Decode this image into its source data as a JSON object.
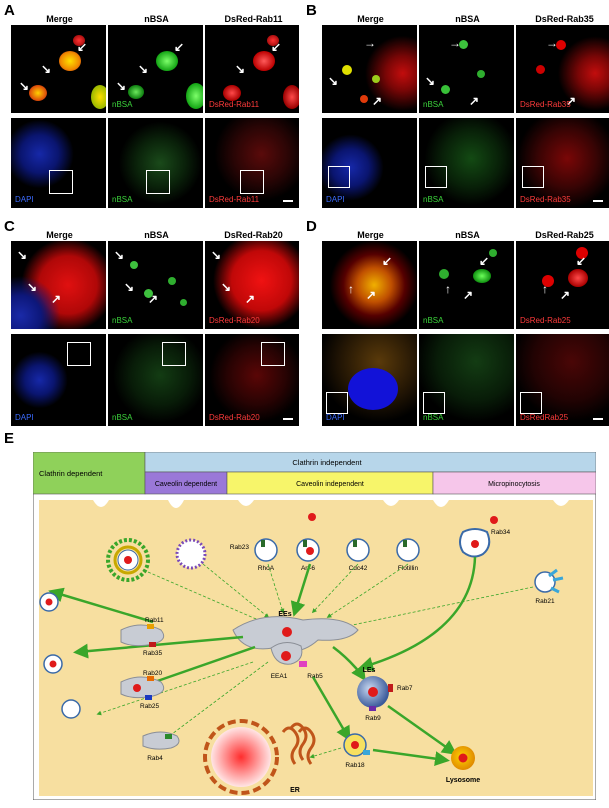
{
  "panels": {
    "A": {
      "letter": "A",
      "titles": [
        "Merge",
        "nBSA",
        "DsRed-Rab11"
      ],
      "top_labels": [
        "nBSA",
        "DsRed-Rab11"
      ],
      "bottom_labels": [
        "DAPI",
        "nBSA",
        "DsRed-Rab11"
      ]
    },
    "B": {
      "letter": "B",
      "titles": [
        "Merge",
        "nBSA",
        "DsRed-Rab35"
      ],
      "top_labels": [
        "nBSA",
        "DsRed-Rab35"
      ],
      "bottom_labels": [
        "DAPI",
        "nBSA",
        "DsRed-Rab35"
      ]
    },
    "C": {
      "letter": "C",
      "titles": [
        "Merge",
        "nBSA",
        "DsRed-Rab20"
      ],
      "top_labels": [
        "nBSA",
        "DsRed-Rab20"
      ],
      "bottom_labels": [
        "DAPI",
        "nBSA",
        "DsRed-Rab20"
      ]
    },
    "D": {
      "letter": "D",
      "titles": [
        "Merge",
        "nBSA",
        "DsRed-Rab25"
      ],
      "top_labels": [
        "nBSA",
        "DsRed-Rab25"
      ],
      "bottom_labels": [
        "DAPI",
        "nBSA",
        "DsRedRab25"
      ]
    }
  },
  "schematic": {
    "letter": "E",
    "header": {
      "clathrin_dependent": "Clathrin dependent",
      "clathrin_independent": "Clathrin independent",
      "caveolin_dependent": "Caveolin dependent",
      "caveolin_independent": "Caveolin independent",
      "micropinocytosis": "Micropinocytosis"
    },
    "labels": {
      "rab23": "Rab23",
      "rhoa": "RhoA",
      "arf6": "Arf-6",
      "cdc42": "Cdc42",
      "flotillin": "Flotillin",
      "rab34": "Rab34",
      "rab21": "Rab21",
      "ees": "EEs",
      "eea1": "EEA1",
      "rab5": "Rab5",
      "rab11": "Rab11",
      "rab35": "Rab35",
      "rab20": "Rab20",
      "rab25": "Rab25",
      "rab4": "Rab4",
      "les": "LEs",
      "rab7": "Rab7",
      "rab9": "Rab9",
      "lysosome": "Lysosome",
      "rab18": "Rab18",
      "er": "ER"
    },
    "colors": {
      "cell": "#f7dfa0",
      "clathrin_dep_header": "#8fd15a",
      "clathrin_indep_header": "#b7d6ea",
      "caveolin_dep_header": "#9a78d8",
      "caveolin_indep_header": "#f7f56a",
      "micropino_header": "#f6c6ea",
      "arrow_green": "#3aa62a",
      "cargo_red": "#e01a1a"
    }
  }
}
